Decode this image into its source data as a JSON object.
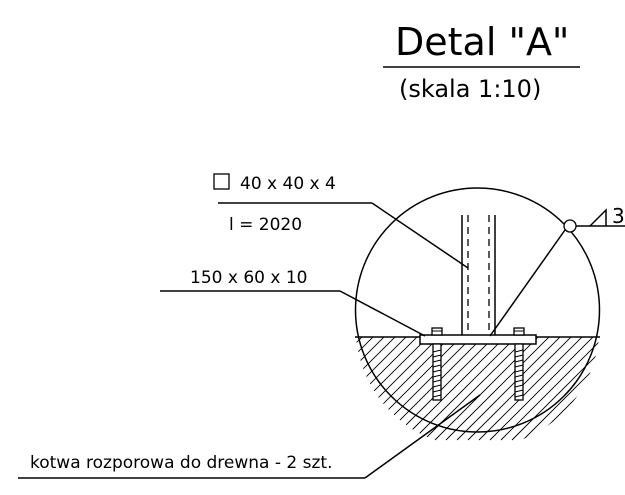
{
  "title": {
    "main": "Detal  \"A\"",
    "scale": "(skala 1:10)"
  },
  "labels": {
    "profile_symbol": "☐",
    "profile": "40 x 40 x 4",
    "length": "l = 2020",
    "plate": "150 x 60 x 10",
    "anchor": "kotwa rozporowa do drewna - 2 szt."
  },
  "weld": {
    "size": "3"
  }
}
